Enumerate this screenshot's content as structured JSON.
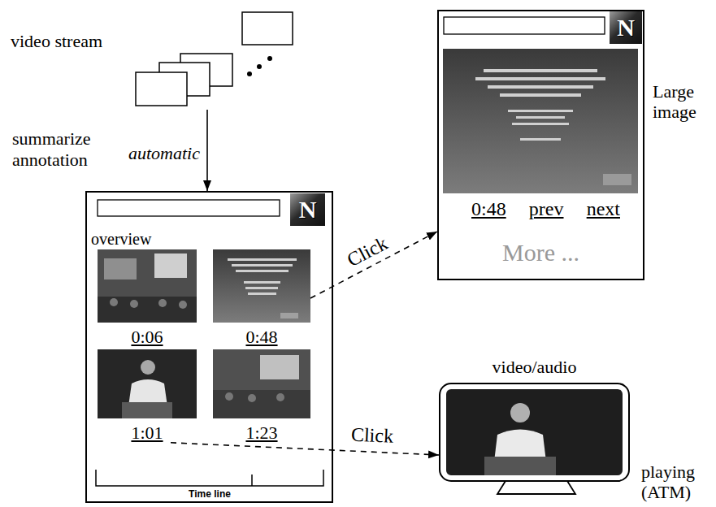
{
  "diagram": {
    "nodes": [
      {
        "text": [
          "video stream"
        ]
      },
      {
        "text": [
          "overview"
        ]
      },
      {
        "text": [
          "0:06"
        ],
        "in": 1
      },
      {
        "text": [
          "0:48"
        ],
        "in": 1
      },
      {
        "text": [
          "1:01"
        ],
        "in": 1
      },
      {
        "text": [
          "1:23"
        ],
        "in": 1
      },
      {
        "text": [
          "0:48",
          "prev",
          "next",
          "More ..."
        ]
      },
      {
        "text": [
          "video/audio"
        ]
      }
    ],
    "edges": [
      {
        "from": 0,
        "to": 1,
        "arrow": "to",
        "label": "summarize annotation"
      },
      {
        "from": 3,
        "to": 6,
        "arrow": "to",
        "label": "Click"
      },
      {
        "from": 4,
        "to": 7,
        "arrow": "to",
        "label": "Click"
      }
    ],
    "labels": [
      "automatic",
      "N",
      "N",
      "Time line",
      "Large image",
      "playing (ATM)"
    ]
  }
}
